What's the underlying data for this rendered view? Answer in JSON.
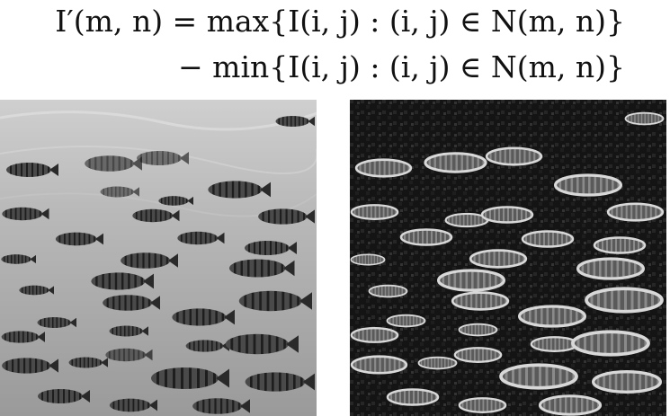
{
  "equation": {
    "line1": "I′(m, n) = max{I(i, j) : (i, j) ∈ N(m, n)}",
    "line2": "− min{I(i, j) : (i, j) ∈ N(m, n)}"
  },
  "images": {
    "left": {
      "icon": "grayscale-fish-school-photo"
    },
    "right": {
      "icon": "edge-detected-fish-school-image"
    }
  }
}
